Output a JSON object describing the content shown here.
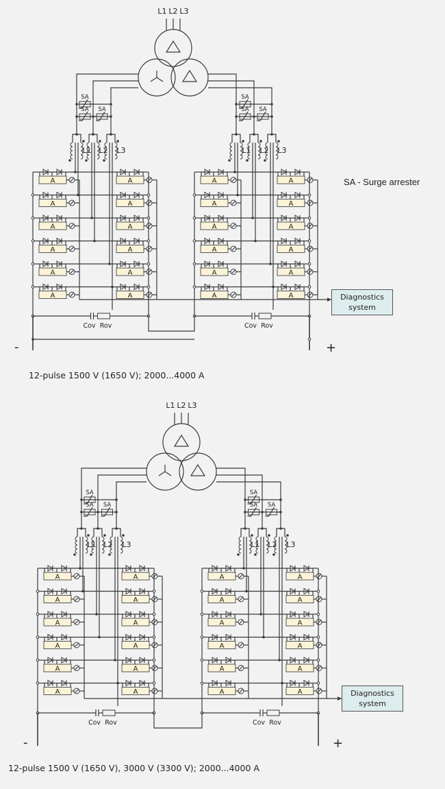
{
  "legend": {
    "text": "SA - Surge arrester"
  },
  "diagrams": [
    {
      "id": "diagram-1",
      "caption": "12-pulse 1500 V (1650 V); 2000...4000 A",
      "phase_labels": [
        "L1",
        "L2",
        "L3"
      ],
      "arrester_label": "SA",
      "inductor_labels": [
        "L1",
        "L2",
        "L3"
      ],
      "module_label": "A",
      "capacitor_label": "Cov",
      "resistor_label": "Rov",
      "diagnostics": {
        "line1": "Diagnostics",
        "line2": "system"
      },
      "minus_sign": "-",
      "plus_sign": "+",
      "modules_per_column": 6,
      "bridge_count": 2
    },
    {
      "id": "diagram-2",
      "caption": "12-pulse  1500 V (1650 V), 3000 V (3300 V); 2000...4000 A",
      "phase_labels": [
        "L1",
        "L2",
        "L3"
      ],
      "arrester_label": "SA",
      "inductor_labels": [
        "L1",
        "L2",
        "L3"
      ],
      "module_label": "A",
      "capacitor_label": "Cov",
      "resistor_label": "Rov",
      "diagnostics": {
        "line1": "Diagnostics",
        "line2": "system"
      },
      "minus_sign": "-",
      "plus_sign": "+",
      "modules_per_column": 6,
      "bridge_count": 2
    }
  ],
  "colors": {
    "background": "#f2f2f2",
    "wire": "#3a3a3a",
    "module_fill": "#fbf3d7",
    "diagnostics_fill": "#ddeced"
  }
}
